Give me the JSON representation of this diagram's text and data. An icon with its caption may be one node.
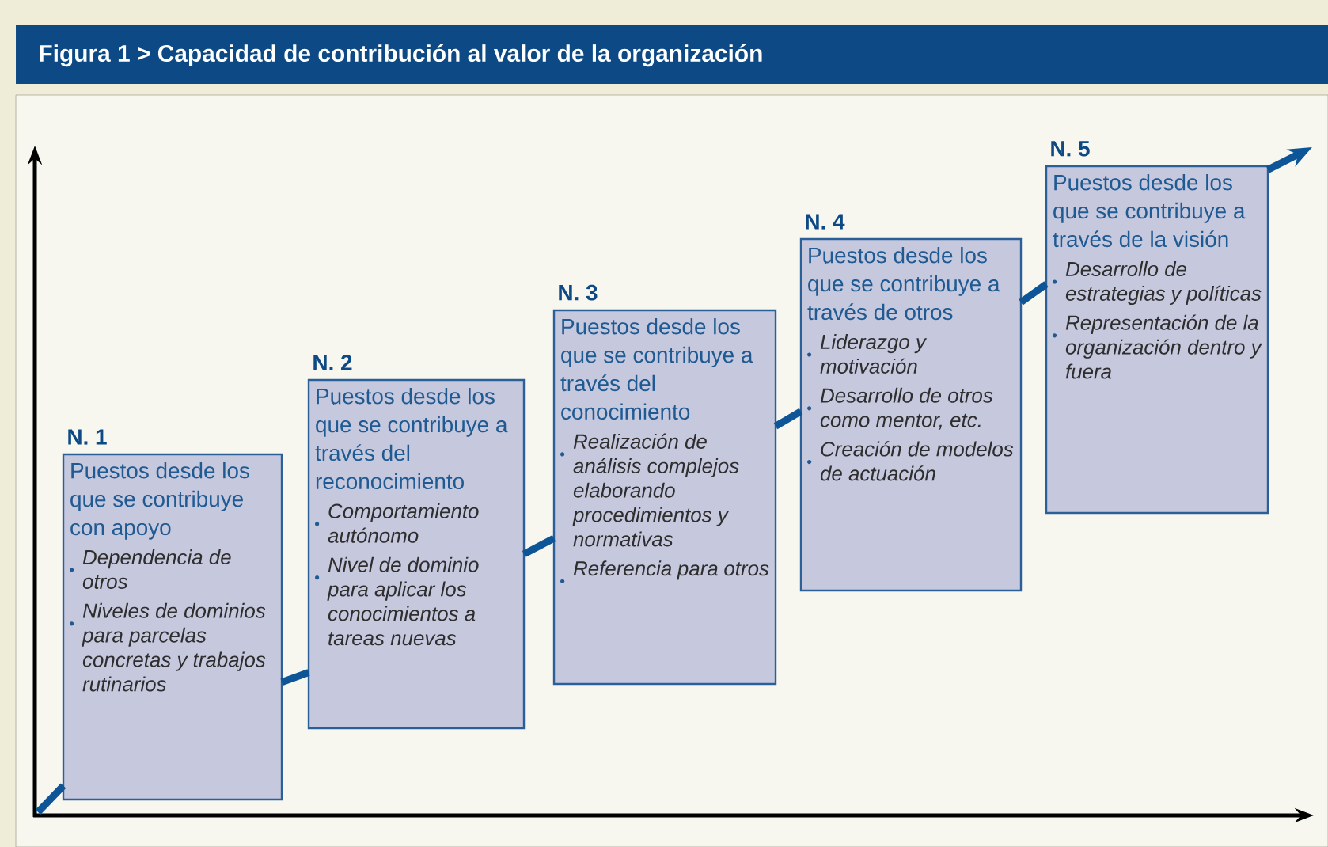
{
  "diagram": {
    "title": "Figura 1 > Capacidad de contribución al valor de la organización",
    "nodes": [
      {
        "text": [
          "N. 1",
          "Puestos desde los que se contribuye con apoyo",
          "Dependencia de otros",
          "Niveles de dominios para parcelas concretas y trabajos rutinarios"
        ]
      },
      {
        "text": [
          "N. 2",
          "Puestos desde los que se contribuye a través del reconocimiento",
          "Comportamiento autónomo",
          "Nivel de dominio para aplicar los conocimientos a tareas nuevas"
        ]
      },
      {
        "text": [
          "N. 3",
          "Puestos desde los que se contribuye a través del conocimiento",
          "Realización de análisis complejos elaborando procedimientos y normativas",
          "Referencia para otros"
        ]
      },
      {
        "text": [
          "N. 4",
          "Puestos desde los que se contribuye a través de otros",
          "Liderazgo y motivación",
          "Desarrollo de otros como mentor, etc.",
          "Creación de modelos de actuación"
        ]
      },
      {
        "text": [
          "N. 5",
          "Puestos desde los que se contribuye a través de la visión",
          "Desarrollo de estrategias y políticas",
          "Representación de la organización dentro y fuera"
        ]
      }
    ],
    "edges": [
      {
        "from": null,
        "to": 0,
        "arrow": "none"
      },
      {
        "from": 0,
        "to": 1,
        "arrow": "none"
      },
      {
        "from": 1,
        "to": 2,
        "arrow": "none"
      },
      {
        "from": 2,
        "to": 3,
        "arrow": "none"
      },
      {
        "from": 3,
        "to": 4,
        "arrow": "none"
      },
      {
        "from": 4,
        "to": null,
        "arrow": "to"
      }
    ]
  }
}
